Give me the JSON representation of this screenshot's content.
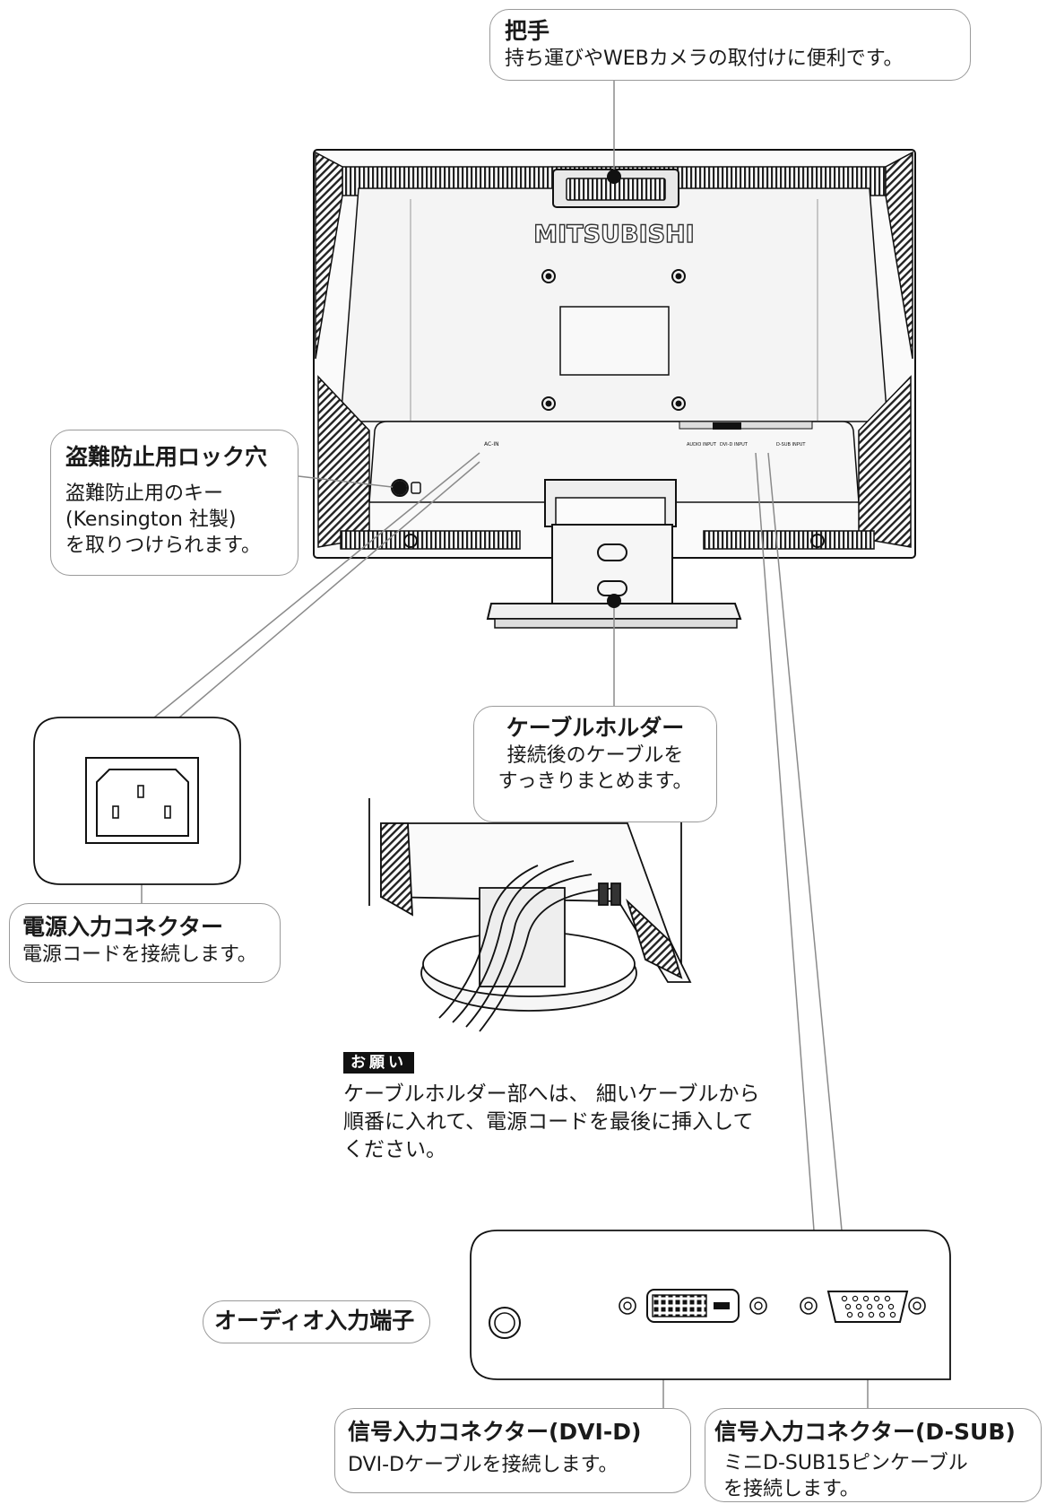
{
  "brand": "MITSUBISHI",
  "handle": {
    "title": "把手",
    "desc": "持ち運びやWEBカメラの取付けに便利です。"
  },
  "lock_hole": {
    "title": "盗難防止用ロック穴",
    "lines": [
      "盗難防止用のキー",
      "(Kensington 社製)",
      "を取りつけられます。"
    ]
  },
  "cable_holder": {
    "title": "ケーブルホルダー",
    "lines": [
      "接続後のケーブルを",
      "すっきりまとめます。"
    ]
  },
  "power_connector": {
    "title": "電源入力コネクター",
    "desc": "電源コードを接続します。"
  },
  "note": {
    "badge": "お願い",
    "lines": [
      "ケーブルホルダー部へは、 細いケーブルから",
      "順番に入れて、電源コードを最後に挿入して",
      "ください。"
    ]
  },
  "audio_input": {
    "title": "オーディオ入力端子"
  },
  "dvi_connector": {
    "title": "信号入力コネクター(DVI-D)",
    "desc": "DVI-Dケーブルを接続します。"
  },
  "dsub_connector": {
    "title": "信号入力コネクター(D-SUB)",
    "lines": [
      "ミニD-SUB15ピンケーブル",
      "を接続します。"
    ]
  },
  "port_labels": {
    "ac_in": "AC-IN",
    "audio": "AUDIO INPUT",
    "dvi": "DVI-D INPUT",
    "dsub": "D-SUB INPUT"
  },
  "colors": {
    "line": "#8a8a8a",
    "body_fill": "#f2f2f2",
    "dark": "#111111"
  }
}
